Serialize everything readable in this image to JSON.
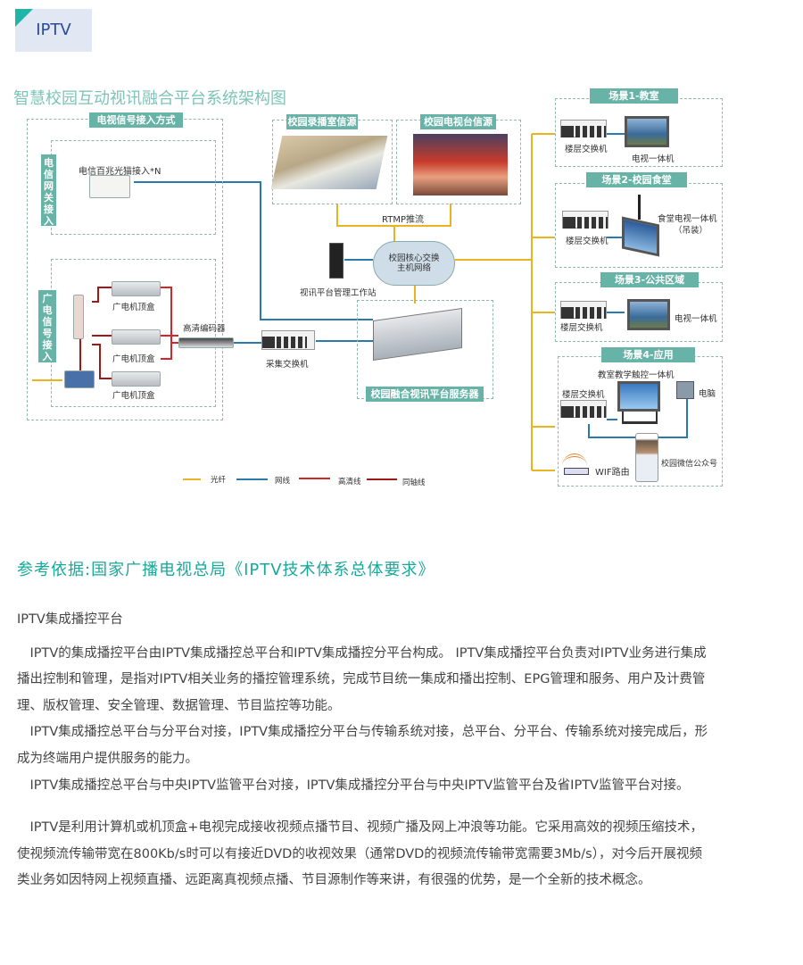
{
  "tab": {
    "label": "IPTV"
  },
  "diagram": {
    "title": "智慧校园互动视讯融合平台系统架构图",
    "tv_access": {
      "header": "电视信号接入方式",
      "telecom_label": "电信网关接入",
      "telecom_device": "电信百兆光猫接入*N",
      "cable_label": "广电信号接入",
      "stb": [
        "广电机顶盒",
        "广电机顶盒",
        "广电机顶盒"
      ],
      "encoder": "高清编码器"
    },
    "sources": {
      "recording": "校园录播室信源",
      "tv_station": "校园电视台信源",
      "rtmp": "RTMP推流"
    },
    "core": {
      "cloud": "校园核心交换主机网络",
      "workstation": "视讯平台管理工作站",
      "switch": "采集交换机",
      "server": "校园融合视讯平台服务器"
    },
    "scenes": [
      {
        "header": "场景1-教室",
        "switch": "楼层交换机",
        "device": "电视一体机"
      },
      {
        "header": "场景2-校园食堂",
        "switch": "楼层交换机",
        "device": "食堂电视一体机",
        "note": "（吊装）"
      },
      {
        "header": "场景3-公共区域",
        "switch": "楼层交换机",
        "device": "电视一体机"
      },
      {
        "header": "场景4-应用",
        "switch": "楼层交换机",
        "device": "教室教学触控一体机",
        "pc": "电脑",
        "router": "WIF路由",
        "wechat": "校园微信公众号"
      }
    ],
    "legend": [
      {
        "label": "光纤",
        "color": "#e8b420"
      },
      {
        "label": "网线",
        "color": "#2a7ab0"
      },
      {
        "label": "高清线",
        "color": "#d0282a"
      },
      {
        "label": "同轴线",
        "color": "#a01818"
      }
    ]
  },
  "reference": "参考依据:国家广播电视总局《IPTV技术体系总体要求》",
  "body": {
    "heading": "IPTV集成播控平台",
    "paragraphs": [
      "　IPTV的集成播控平台由IPTV集成播控总平台和IPTV集成播控分平台构成。 IPTV集成播控平台负责对IPTV业务进行集成播出控制和管理，是指对IPTV相关业务的播控管理系统，完成节目统一集成和播出控制、EPG管理和服务、用户及计费管理、版权管理、安全管理、数据管理、节目监控等功能。",
      "　IPTV集成播控总平台与分平台对接，IPTV集成播控分平台与传输系统对接，总平台、分平台、传输系统对接完成后，形成为终端用户提供服务的能力。",
      "　IPTV集成播控总平台与中央IPTV监管平台对接，IPTV集成播控分平台与中央IPTV监管平台及省IPTV监管平台对接。",
      "　IPTV是利用计算机或机顶盒+电视完成接收视频点播节目、视频广播及网上冲浪等功能。它采用高效的视频压缩技术，使视频流传输带宽在800Kb/s时可以有接近DVD的收视效果（通常DVD的视频流传输带宽需要3Mb/s），对今后开展视频类业务如因特网上视频直播、远距离真视频点播、节目源制作等来讲，有很强的优势，是一个全新的技术概念。"
    ]
  }
}
